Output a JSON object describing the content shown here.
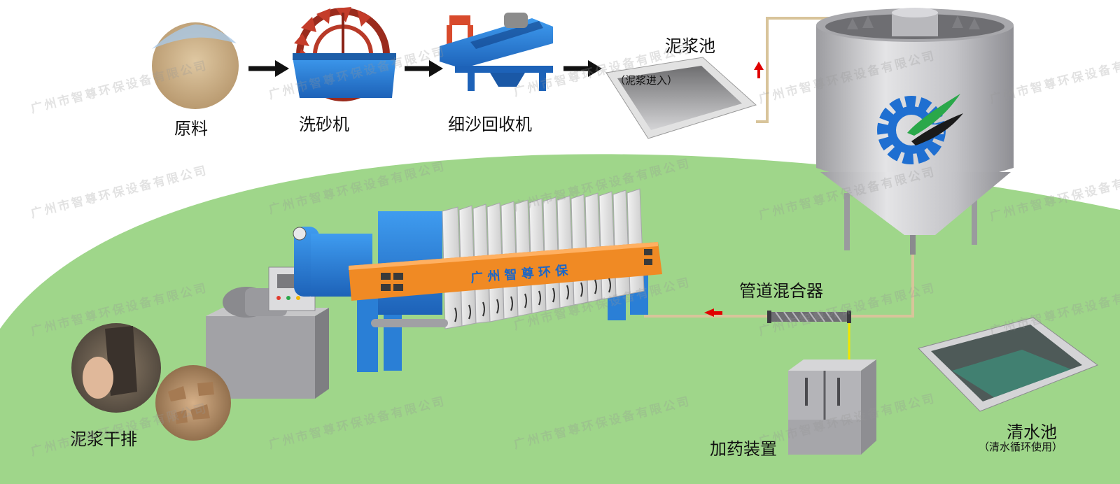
{
  "labels": {
    "raw_material": "原料",
    "sand_washer": "洗砂机",
    "fine_sand_recovery": "细沙回收机",
    "slurry_pool": "泥浆池",
    "slurry_inlet": "（泥浆进入）",
    "pipe_mixer": "管道混合器",
    "dosing_device": "加药装置",
    "clear_water_pool": "清水池",
    "clear_water_note": "（清水循环使用）",
    "dry_discharge": "泥浆干排",
    "press_brand": "广 州 智 尊 环 保"
  },
  "watermark": "广州市智尊环保设备有限公司",
  "colors": {
    "ground": "#9fd68a",
    "arrow": "#111111",
    "flow_arrow": "#e00000",
    "pipe": "#d8c49a",
    "dosing_line": "#f2e600",
    "press_frame": "#2a7fd6",
    "press_beam": "#f08a24",
    "tank": "#c8c8ca"
  }
}
